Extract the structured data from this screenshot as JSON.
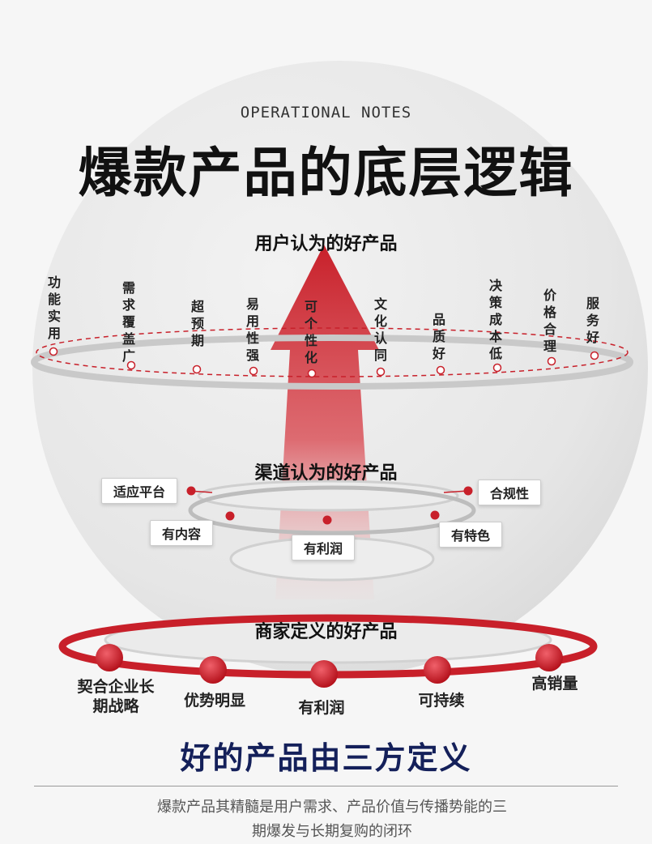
{
  "eyebrow": "OPERATIONAL NOTES",
  "title": "爆款产品的底层逻辑",
  "user_level": {
    "title": "用户认为的好产品",
    "items": [
      "功能实用",
      "需求覆盖广",
      "超预期",
      "易用性强",
      "可个性化",
      "文化认同",
      "品质好",
      "决策成本低",
      "价格合理",
      "服务好"
    ]
  },
  "channel_level": {
    "title": "渠道认为的好产品",
    "items": [
      "适应平台",
      "有内容",
      "有利润",
      "有特色",
      "合规性"
    ]
  },
  "merchant_level": {
    "title": "商家定义的好产品",
    "items": [
      "契合企业长期战略",
      "优势明显",
      "有利润",
      "可持续",
      "高销量"
    ]
  },
  "footer_title": "好的产品由三方定义",
  "description": "爆款产品其精髓是用户需求、产品价值与传播势能的三",
  "description_line2": "期爆发与长期复购的闭环",
  "colors": {
    "accent": "#c8202a",
    "title": "#14205a"
  }
}
